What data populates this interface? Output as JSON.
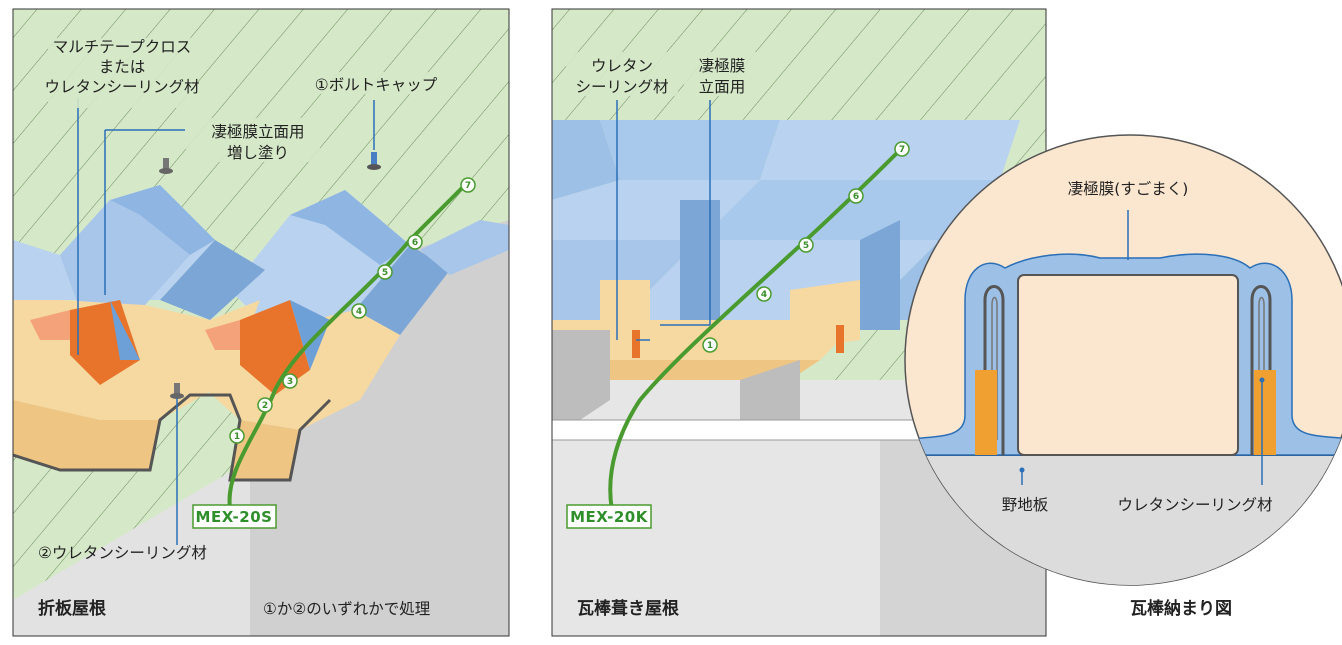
{
  "left_panel": {
    "label_cross_1": "マルチテープクロス",
    "label_cross_2": "または",
    "label_cross_3": "ウレタンシーリング材",
    "label_bolt_cap": "①ボルトキャップ",
    "label_coat_1": "凄極膜立面用",
    "label_coat_2": "増し塗り",
    "label_sealing": "②ウレタンシーリング材",
    "product_code": "MEX-20S",
    "caption": "折板屋根",
    "note": "①か②のいずれかで処理"
  },
  "middle_panel": {
    "label_urethane_1": "ウレタン",
    "label_urethane_2": "シーリング材",
    "label_coat_1": "凄極膜",
    "label_coat_2": "立面用",
    "product_code": "MEX-20K",
    "caption": "瓦棒葺き屋根"
  },
  "detail_panel": {
    "label_membrane": "凄極膜(すごまく)",
    "label_board": "野地板",
    "label_sealing": "ウレタンシーリング材",
    "caption": "瓦棒納まり図"
  },
  "steps": [
    "1",
    "2",
    "3",
    "4",
    "5",
    "6",
    "7"
  ],
  "colors": {
    "roof_green": "#d5e8c8",
    "steel_blue": "#9dc0e6",
    "sand": "#f6d9a1",
    "orange": "#e8732a",
    "gray_base": "#dcdcdc",
    "accent_green": "#4a9b2f",
    "detail_bg": "#fbe7cf"
  }
}
